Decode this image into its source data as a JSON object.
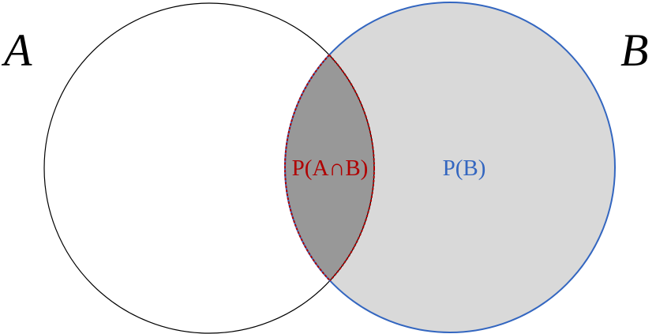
{
  "labels": {
    "set_a": "A",
    "set_b": "B",
    "intersection": "P(A∩B)",
    "set_b_probability": "P(B)"
  },
  "colors": {
    "background": "#ffffff",
    "set_a_stroke": "#000000",
    "set_b_stroke": "#3366c0",
    "set_b_fill": "#d9d9d9",
    "intersection_fill": "#989898",
    "intersection_stroke": "#b00000",
    "intersection_text": "#b00000",
    "set_b_text": "#3366c0"
  }
}
